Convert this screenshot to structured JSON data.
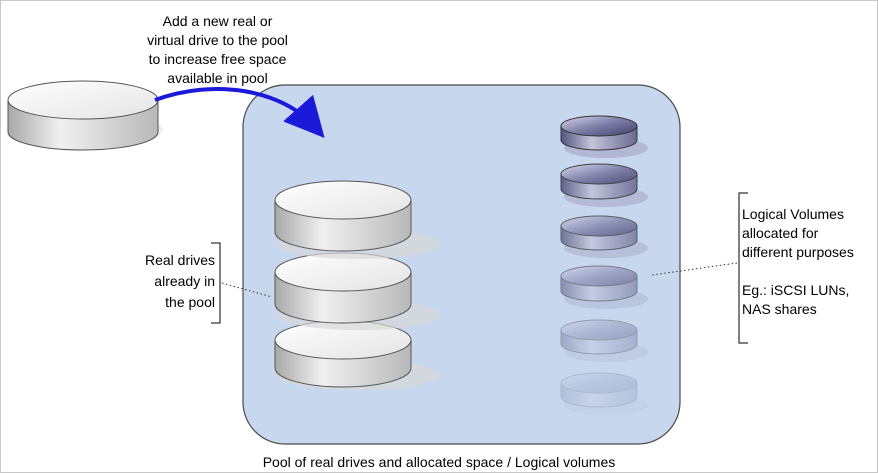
{
  "labels": {
    "add_drive": "Add a new real or\nvirtual drive to the pool\nto increase free space\navailable in pool",
    "real_drives": "Real drives\nalready in\nthe pool",
    "logical_volumes": "Logical Volumes\nallocated for\ndifferent purposes\n\nEg.: iSCSI LUNs,\nNAS shares",
    "caption": "Pool of real drives and allocated space / Logical volumes"
  },
  "colors": {
    "pool_fill": "#c7d7ee",
    "pool_border": "#4a4a4a",
    "arrow": "#1a1ad8",
    "drive_top": "#f4f4f4",
    "drive_side": "#c9c9c9",
    "volume_fill": "#6f6f9e"
  },
  "logical_volume_opacities": [
    1.0,
    0.9,
    0.75,
    0.55,
    0.35,
    0.18
  ]
}
